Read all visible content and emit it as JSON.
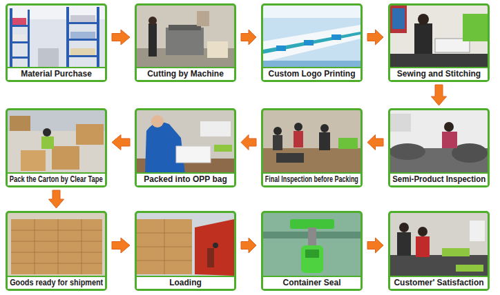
{
  "diagram": {
    "nodes": [
      {
        "text": [
          "Material Purchase"
        ]
      },
      {
        "text": [
          "Cutting by Machine"
        ]
      },
      {
        "text": [
          "Custom Logo Printing"
        ]
      },
      {
        "text": [
          "Sewing and Stitching"
        ]
      },
      {
        "text": [
          "Semi-Product Inspection"
        ]
      },
      {
        "text": [
          "Final Inspection before Packing"
        ]
      },
      {
        "text": [
          "Packed into OPP bag"
        ]
      },
      {
        "text": [
          "Pack the Carton by Clear Tape"
        ]
      },
      {
        "text": [
          "Goods ready for shipment"
        ]
      },
      {
        "text": [
          "Loading"
        ]
      },
      {
        "text": [
          "Container Seal"
        ]
      },
      {
        "text": [
          "Customer' Satisfaction"
        ]
      }
    ],
    "edges": [
      {
        "from": 0,
        "to": 1,
        "arrow": "to"
      },
      {
        "from": 1,
        "to": 2,
        "arrow": "to"
      },
      {
        "from": 2,
        "to": 3,
        "arrow": "to"
      },
      {
        "from": 3,
        "to": 4,
        "arrow": "to"
      },
      {
        "from": 4,
        "to": 5,
        "arrow": "to"
      },
      {
        "from": 5,
        "to": 6,
        "arrow": "to"
      },
      {
        "from": 6,
        "to": 7,
        "arrow": "to"
      },
      {
        "from": 7,
        "to": 8,
        "arrow": "to"
      },
      {
        "from": 8,
        "to": 9,
        "arrow": "to"
      },
      {
        "from": 9,
        "to": 10,
        "arrow": "to"
      },
      {
        "from": 10,
        "to": 11,
        "arrow": "to"
      }
    ]
  }
}
